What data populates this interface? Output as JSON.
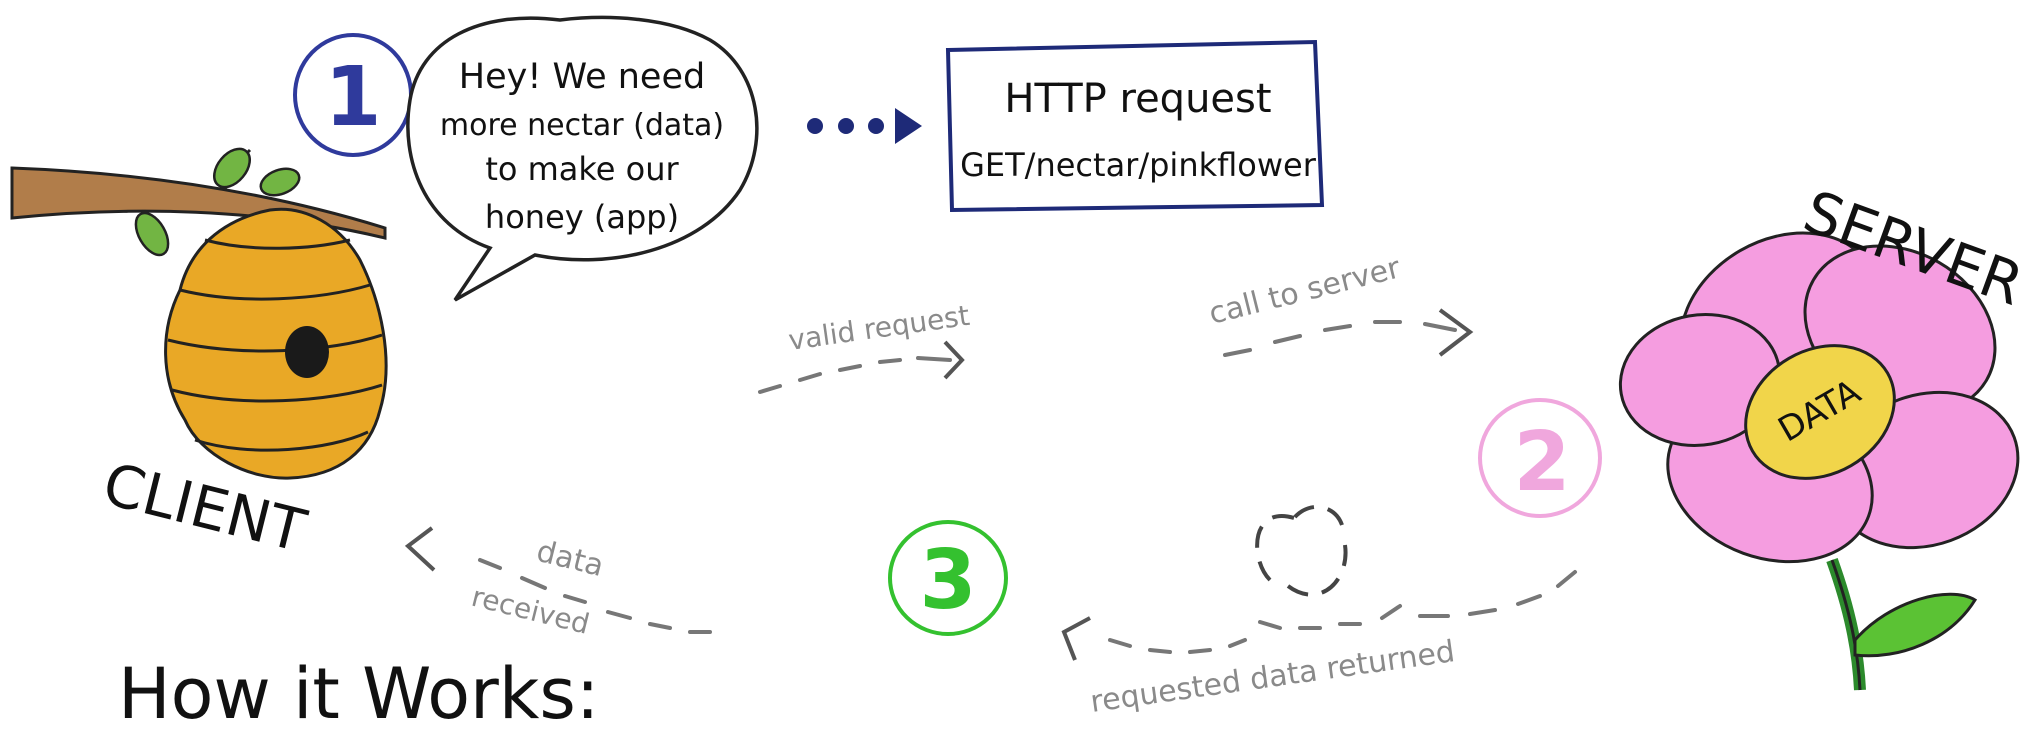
{
  "steps": {
    "one": "1",
    "two": "2",
    "three": "3"
  },
  "speech": {
    "line1": "Hey! We need",
    "line2": "more nectar (data)",
    "line3": "to make our",
    "line4": "honey (app)"
  },
  "request_box": {
    "line1": "HTTP request",
    "line2": "GET/nectar/pinkflower"
  },
  "labels": {
    "client": "CLIENT",
    "server": "SERVER",
    "data_center": "DATA",
    "valid_request": "valid request",
    "call_to_server": "call to server",
    "data": "data",
    "received": "received",
    "requested_data_returned": "requested data returned",
    "how_it_works": "How it Works:"
  },
  "colors": {
    "step1": "#2f3a9c",
    "step2": "#f0a7dd",
    "step3": "#34c12f",
    "hive": "#e9a826",
    "flower": "#f59de0",
    "bee_body": "#f6e64a",
    "arrow_gray": "#888888",
    "box_border": "#1e2a78"
  }
}
